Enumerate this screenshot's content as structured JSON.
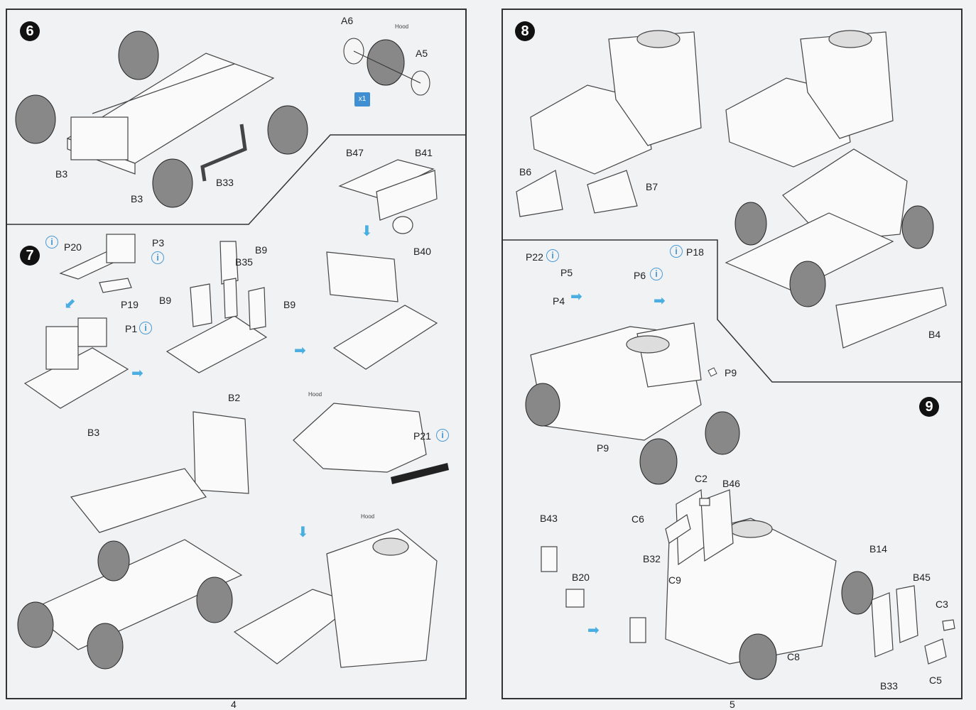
{
  "document": {
    "type": "model kit assembly instructions",
    "pages": [
      {
        "page_number": "4"
      },
      {
        "page_number": "5"
      }
    ]
  },
  "steps": {
    "s6": {
      "number": "6",
      "labels": {
        "a6": "A6",
        "hood": "Hood",
        "a5": "A5",
        "qty": "x1",
        "b3_left": "B3",
        "b3_right": "B3",
        "b33": "B33"
      }
    },
    "s7": {
      "number": "7",
      "labels": {
        "p20": "P20",
        "p3": "P3",
        "p19": "P19",
        "p1": "P1",
        "b3": "B3",
        "b9_top": "B9",
        "b35": "B35",
        "b9_left": "B9",
        "b9_right": "B9",
        "b47": "B47",
        "b41": "B41",
        "b40": "B40",
        "hood1": "Hood",
        "p21": "P21",
        "b2": "B2",
        "hood2": "Hood"
      }
    },
    "s8": {
      "number": "8",
      "labels": {
        "b6": "B6",
        "b7": "B7",
        "b4": "B4"
      }
    },
    "s9": {
      "number": "9",
      "labels": {
        "p22": "P22",
        "p5": "P5",
        "p6": "P6",
        "p18": "P18",
        "p4": "P4",
        "p9_right": "P9",
        "p9_left": "P9",
        "c2": "C2",
        "b46": "B46",
        "c6": "C6",
        "b43": "B43",
        "b32": "B32",
        "c9": "C9",
        "b20": "B20",
        "b14": "B14",
        "b45": "B45",
        "c3": "C3",
        "c8": "C8",
        "b33": "B33",
        "c5": "C5"
      }
    }
  },
  "icons": {
    "photo_etch_note": "i",
    "flow_arrow_right": "➡",
    "flow_arrow_down": "⬇",
    "flow_arrow_diag": "⬋"
  },
  "colors": {
    "accent_blue": "#4aaee0",
    "badge_blue": "#3f8fd2",
    "line": "#333333"
  }
}
